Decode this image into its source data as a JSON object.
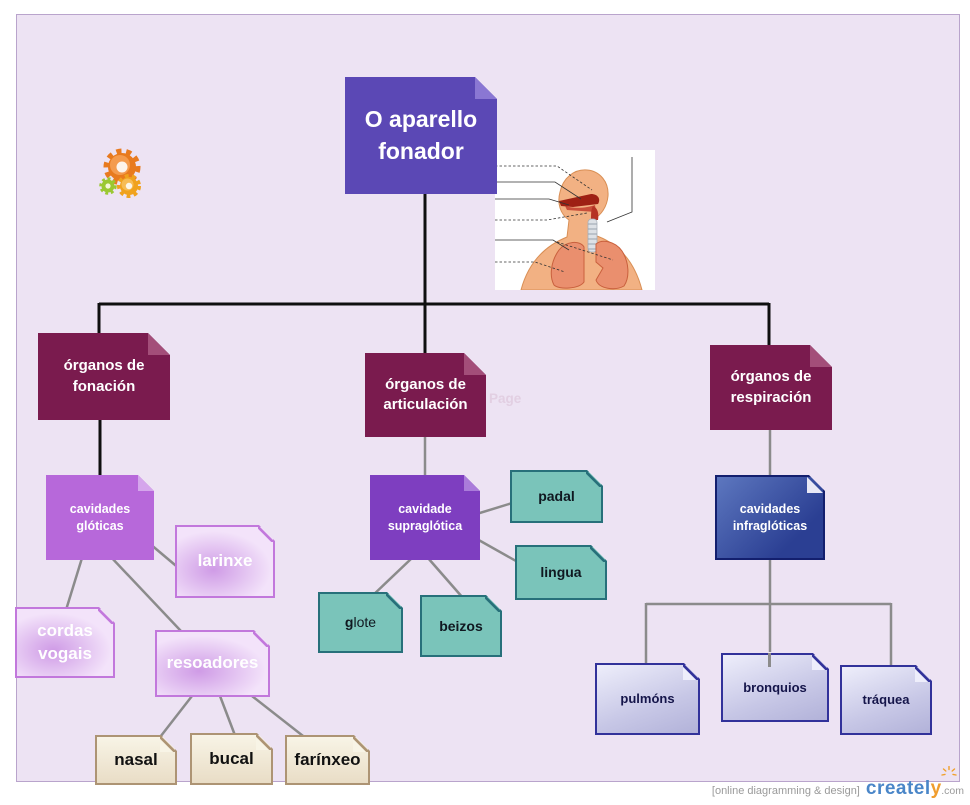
{
  "nodes": {
    "title": "O aparello fonador",
    "fonacion": "órganos de fonación",
    "articulacion": "órganos de articulación",
    "respiracion": "órganos de respiración",
    "cavidades_gloticas": "cavidades glóticas",
    "larinxe": "larinxe",
    "cordas_vogais": "cordas vogais",
    "resoadores": "resoadores",
    "nasal": "nasal",
    "bucal": "bucal",
    "farinxeo": "farínxeo",
    "cavidade_supraglotica": "cavidade supraglótica",
    "padal": "padal",
    "lingua": "lingua",
    "glote_g": "g",
    "glote_rest": "lote",
    "beizos": "beizos",
    "cavidades_infragloticas": "cavidades infraglóticas",
    "pulmons": "pulmóns",
    "bronquios": "bronquios",
    "traquea": "tráquea"
  },
  "edges": [
    {
      "from": "O aparello fonador",
      "to": "órganos de fonación"
    },
    {
      "from": "O aparello fonador",
      "to": "órganos de articulación"
    },
    {
      "from": "O aparello fonador",
      "to": "órganos de respiración"
    },
    {
      "from": "órganos de fonación",
      "to": "cavidades glóticas"
    },
    {
      "from": "cavidades glóticas",
      "to": "larinxe"
    },
    {
      "from": "cavidades glóticas",
      "to": "cordas vogais"
    },
    {
      "from": "cavidades glóticas",
      "to": "resoadores"
    },
    {
      "from": "resoadores",
      "to": "nasal"
    },
    {
      "from": "resoadores",
      "to": "bucal"
    },
    {
      "from": "resoadores",
      "to": "farínxeo"
    },
    {
      "from": "órganos de articulación",
      "to": "cavidade supraglótica"
    },
    {
      "from": "cavidade supraglótica",
      "to": "padal"
    },
    {
      "from": "cavidade supraglótica",
      "to": "lingua"
    },
    {
      "from": "cavidade supraglótica",
      "to": "glote"
    },
    {
      "from": "cavidade supraglótica",
      "to": "beizos"
    },
    {
      "from": "órganos de respiración",
      "to": "cavidades infraglóticas"
    },
    {
      "from": "cavidades infraglóticas",
      "to": "pulmóns"
    },
    {
      "from": "cavidades infraglóticas",
      "to": "bronquios"
    },
    {
      "from": "cavidades infraglóticas",
      "to": "tráquea"
    }
  ],
  "watermark": {
    "label": "Page"
  },
  "footer": {
    "tagline": "[online diagramming & design]",
    "brand_blue": "createl",
    "brand_orange": "y",
    "domain": ".com"
  },
  "colors": {
    "canvas_bg": "#ede3f3",
    "canvas_border": "#b9a4cc",
    "title_bg": "#5b48b5",
    "title_fold": "#8a77d3",
    "maroon": "#7a1b4e",
    "maroon_fold": "#a34e79",
    "orchid": "#b768da",
    "orchid_fold": "#d5a6ec",
    "violet": "#7e3ec0",
    "violet_fold": "#aa7cda",
    "teal_fill": "#7ac4ba",
    "teal_border": "#27707a",
    "navy_a": "#5d77bf",
    "navy_b": "#2b3f93",
    "navy_border": "#131f6e",
    "lav_a": "#eeeefb",
    "lav_b": "#b2b2d9",
    "lav_border": "#32329a",
    "lav_text": "#15154a",
    "cream_a": "#f8f4e6",
    "cream_b": "#e9ddc6",
    "cream_border": "#ad9474",
    "pink_border": "#c278dc",
    "pink_a": "#cf9be6",
    "pink_b": "#f3e3fa",
    "line_black": "#0f0f0f",
    "line_gray": "#8b8b8b",
    "brand_blue": "#4a86c8",
    "brand_orange": "#f09d2e",
    "footer_gray": "#9a9a9a",
    "watermark": "#e2cfe2"
  }
}
